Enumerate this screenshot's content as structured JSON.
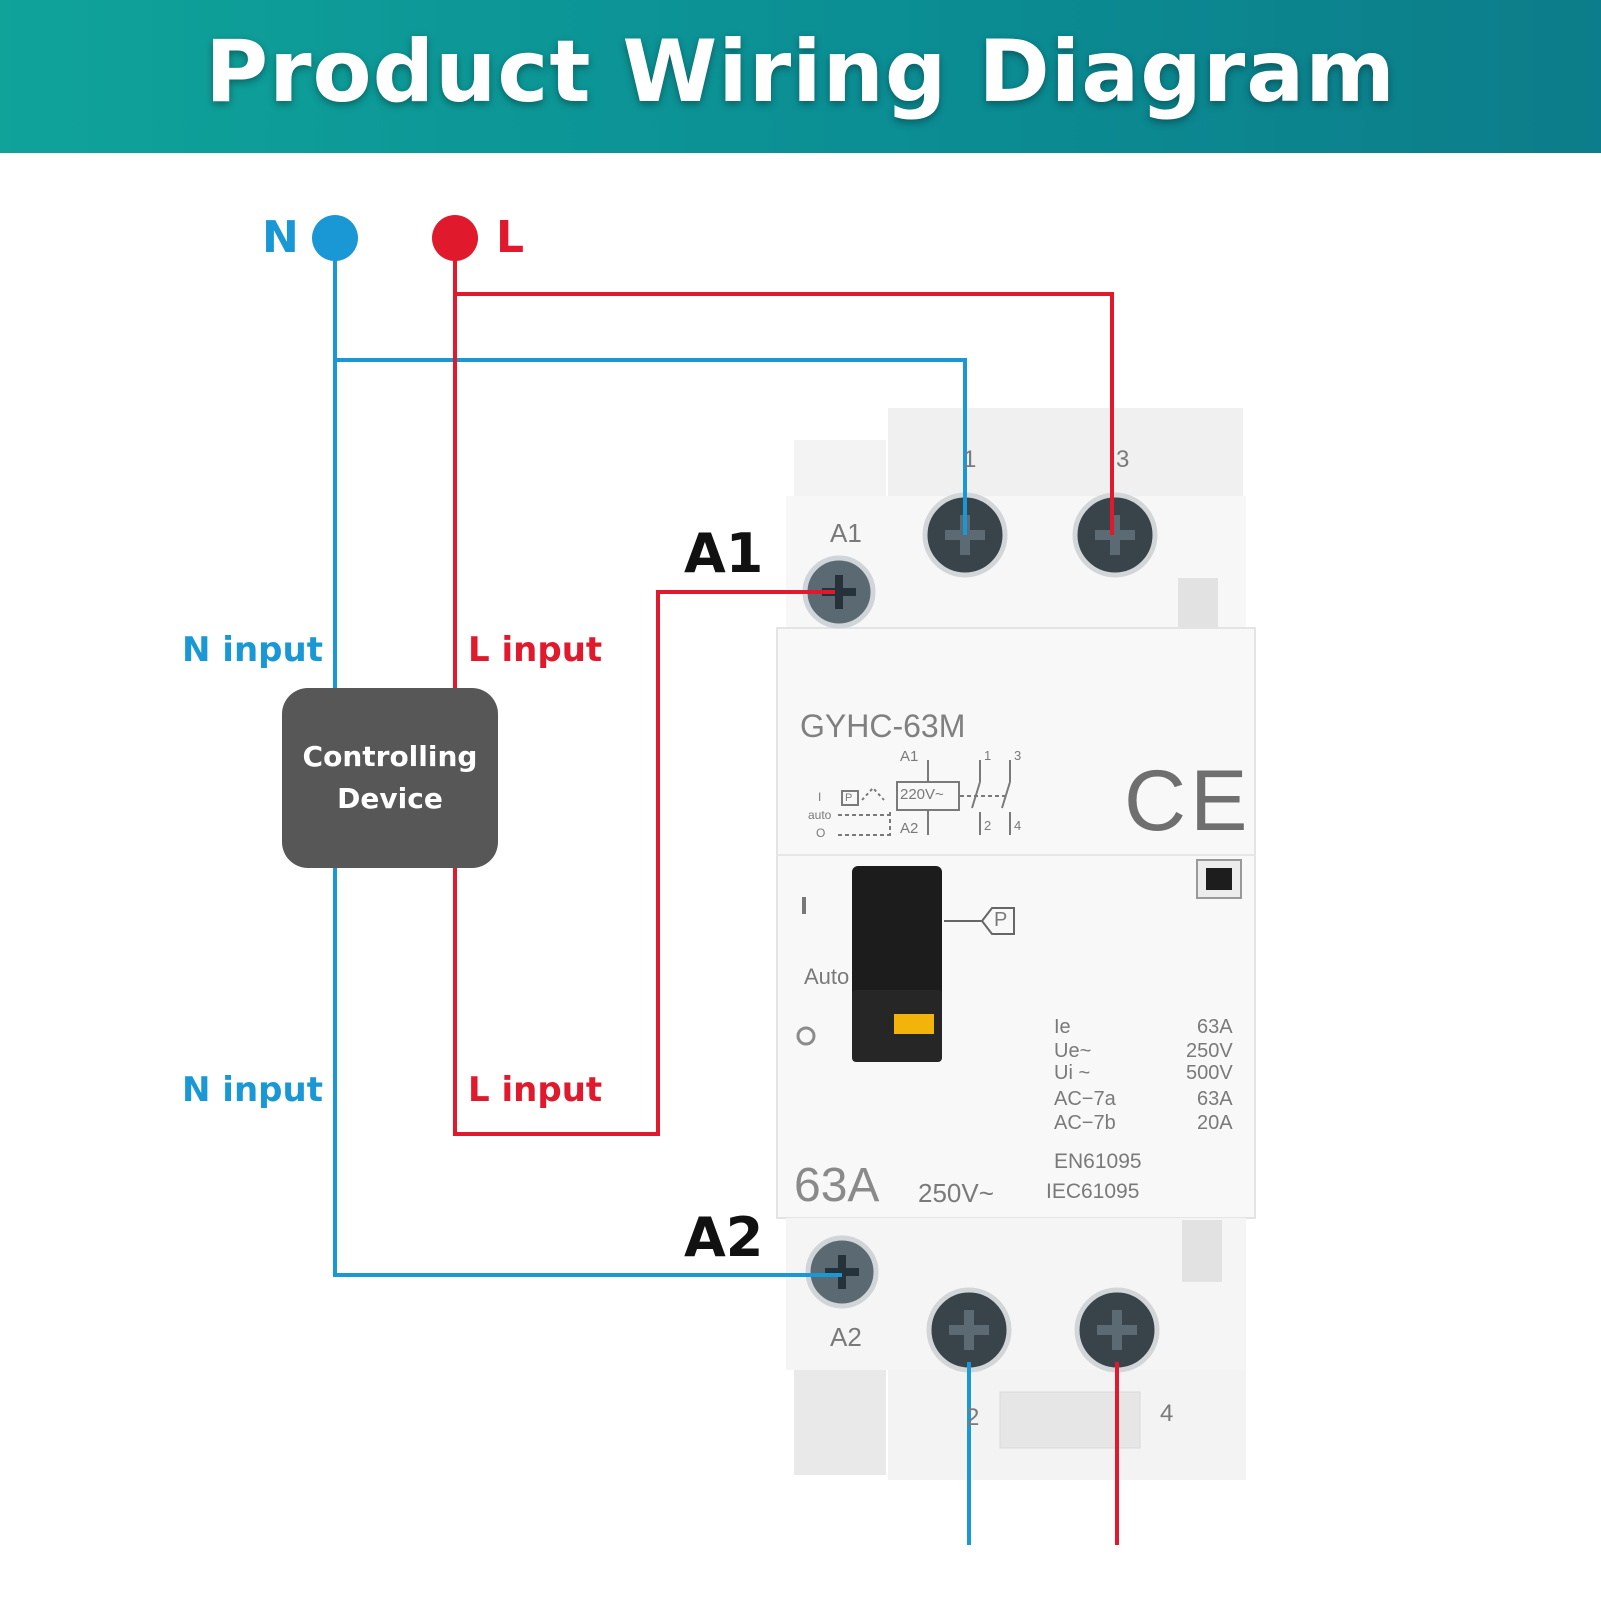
{
  "header": {
    "title": "Product Wiring Diagram"
  },
  "terminals": {
    "n_label": "N",
    "l_label": "L"
  },
  "labels": {
    "n_input_top": "N input",
    "l_input_top": "L input",
    "n_input_bottom": "N input",
    "l_input_bottom": "L input",
    "a1": "A1",
    "a2": "A2"
  },
  "controller": {
    "line1": "Controlling",
    "line2": "Device"
  },
  "device": {
    "model": "GYHC-63M",
    "label_a1": "A1",
    "label_a2": "A2",
    "terminal_1": "1",
    "terminal_2": "2",
    "terminal_3": "3",
    "terminal_4": "4",
    "schematic": {
      "a1": "A1",
      "a2": "A2",
      "voltage": "220V~",
      "t1": "1",
      "t3": "3",
      "t2": "2",
      "t4": "4",
      "i": "I",
      "auto": "auto",
      "o": "O",
      "p": "P"
    },
    "ce": "CE",
    "switch_i": "I",
    "switch_auto": "Auto",
    "switch_o": "O",
    "switch_p": "P",
    "specs": {
      "ie_label": "Ie",
      "ie_value": "63A",
      "ue_label": "Ue~",
      "ue_value": "250V",
      "ui_label": "Ui ~",
      "ui_value": "500V",
      "ac7a_label": "AC−7a",
      "ac7a_value": "63A",
      "ac7b_label": "AC−7b",
      "ac7b_value": "20A"
    },
    "rating_current": "63A",
    "rating_voltage": "250V~",
    "standard_1": "EN61095",
    "standard_2": "IEC61095"
  },
  "colors": {
    "neutral": "#1a98d6",
    "live": "#e0192d",
    "controller": "#575757",
    "header": "#0b8e94"
  }
}
